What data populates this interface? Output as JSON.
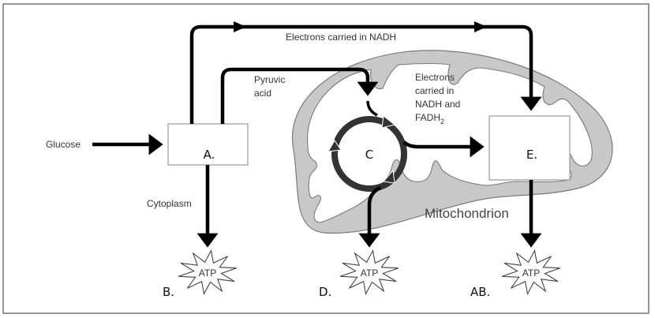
{
  "diagram": {
    "title": "Cellular respiration overview",
    "input": "Glucose",
    "region_labels": {
      "cytoplasm": "Cytoplasm",
      "mitochondrion": "Mitochondrion"
    },
    "flow_labels": {
      "nadh_top": "Electrons carried in NADH",
      "pyruvic_line1": "Pyruvic",
      "pyruvic_line2": "acid",
      "nadh_fadh_line1": "Electrons",
      "nadh_fadh_line2": "carried in",
      "nadh_fadh_line3": "NADH and",
      "nadh_fadh_line4_main": "FADH",
      "nadh_fadh_line4_sub": "2"
    },
    "stages": {
      "a": "A.",
      "c": "C",
      "e": "E."
    },
    "products": [
      {
        "label": "B.",
        "atp": "ATP"
      },
      {
        "label": "D.",
        "atp": "ATP"
      },
      {
        "label": "AB.",
        "atp": "ATP"
      }
    ],
    "colors": {
      "membrane_fill": "#c8c8c8",
      "membrane_stroke": "#7a7a7a",
      "cycle": "#333333",
      "arrow": "#000000",
      "frame": "#777777"
    }
  }
}
